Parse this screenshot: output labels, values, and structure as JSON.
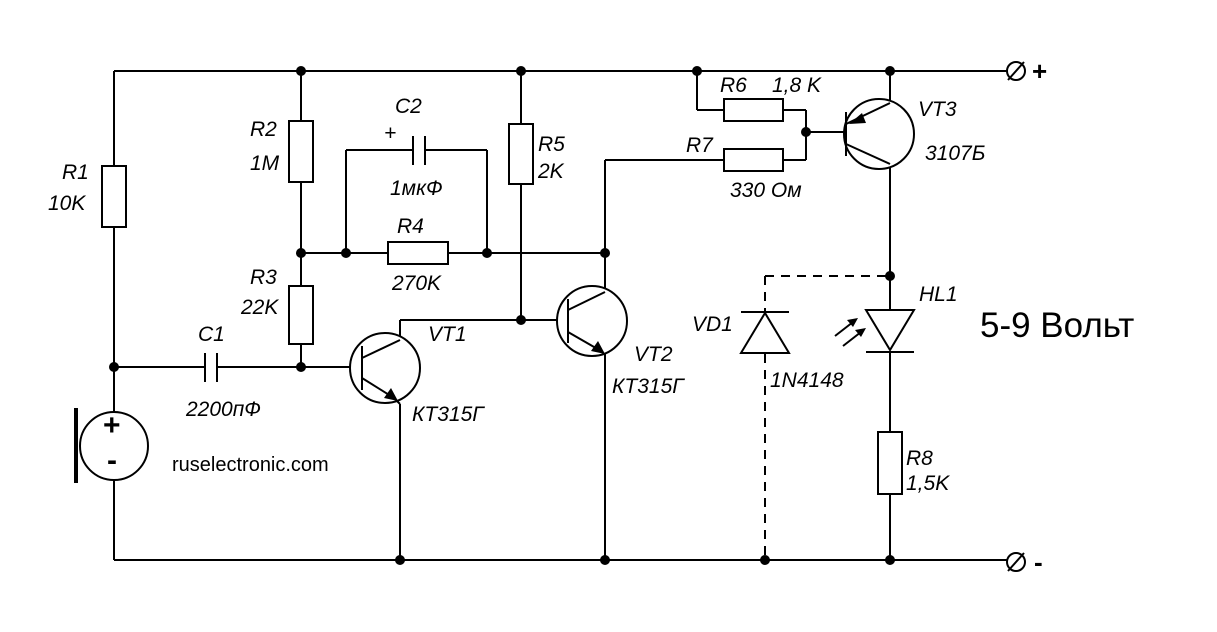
{
  "power_label": "5-9 Вольт",
  "website": "ruselectronic.com",
  "terminals": {
    "positive": "+",
    "negative": "-"
  },
  "microphone": {
    "plus": "+",
    "minus": "-"
  },
  "components": {
    "R1": {
      "ref": "R1",
      "value": "10K"
    },
    "R2": {
      "ref": "R2",
      "value": "1M"
    },
    "R3": {
      "ref": "R3",
      "value": "22K"
    },
    "R4": {
      "ref": "R4",
      "value": "270K"
    },
    "R5": {
      "ref": "R5",
      "value": "2K"
    },
    "R6": {
      "ref": "R6",
      "value": "1,8 K"
    },
    "R7": {
      "ref": "R7",
      "value": "330 Ом"
    },
    "R8": {
      "ref": "R8",
      "value": "1,5K"
    },
    "C1": {
      "ref": "C1",
      "value": "2200пФ"
    },
    "C2": {
      "ref": "C2",
      "value": "1мкФ",
      "polarity": "+"
    },
    "VT1": {
      "ref": "VT1",
      "value": "КТ315Г"
    },
    "VT2": {
      "ref": "VT2",
      "value": "КТ315Г"
    },
    "VT3": {
      "ref": "VT3",
      "value": "3107Б"
    },
    "VD1": {
      "ref": "VD1",
      "value": "1N4148"
    },
    "HL1": {
      "ref": "HL1"
    }
  }
}
